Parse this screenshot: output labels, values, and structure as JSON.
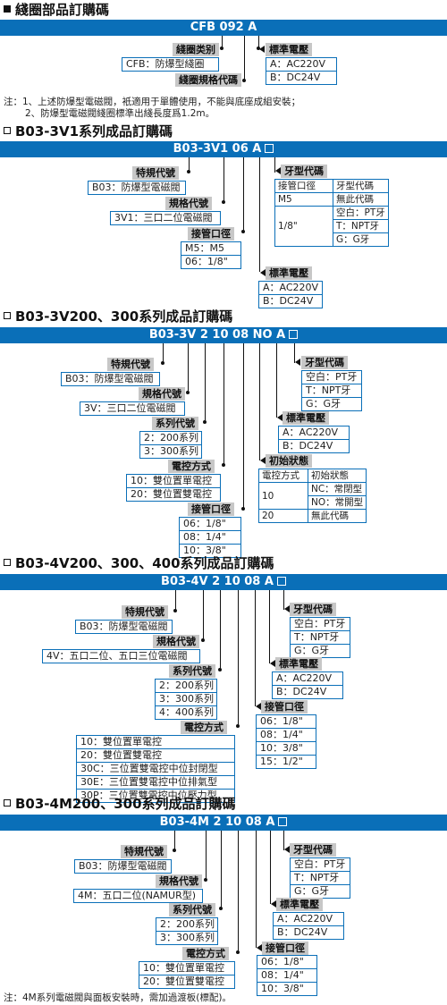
{
  "s1": {
    "title": "綫圈部品訂購碼",
    "code": "CFB 092 A",
    "type_label": "綫圈类别",
    "type_value": "CFB：防爆型綫圈",
    "spec_label": "綫圈規格代碼",
    "volt_label": "標準電壓",
    "volt": [
      "A：AC220V",
      "B：DC24V"
    ],
    "note1": "注：1、上述防爆型電磁閥，衹適用于單體使用，不能與底座成組安裝；",
    "note2": "2、防爆型電磁閥綫圈標準出綫長度爲1.2m。"
  },
  "s2": {
    "title": "B03-3V1系列成品訂購碼",
    "code": "B03-3V1 06 A",
    "special_label": "特規代號",
    "special_value": "B03：防爆型電磁閥",
    "spec_label": "規格代號",
    "spec_value": "3V1：三口二位電磁閥",
    "port_label": "接管口徑",
    "port": [
      "M5：M5",
      "06：1/8\""
    ],
    "volt_label": "標準電壓",
    "volt": [
      "A：AC220V",
      "B：DC24V"
    ],
    "thread_label": "牙型代碼",
    "thread_head": [
      "接管口徑",
      "牙型代碼"
    ],
    "thread_r1": [
      "M5",
      "無此代碼"
    ],
    "thread_r2_port": "1/8\"",
    "thread_r2": [
      "空白：PT牙",
      "T：NPT牙",
      "G：G牙"
    ]
  },
  "s3": {
    "title": "B03-3V200、300系列成品訂購碼",
    "code": "B03-3V 2 10 08 NO A",
    "special_label": "特規代號",
    "special_value": "B03：防爆型電磁閥",
    "spec_label": "規格代號",
    "spec_value": "3V：三口二位電磁閥",
    "series_label": "系列代號",
    "series": [
      "2：200系列",
      "3：300系列"
    ],
    "ctrl_label": "電控方式",
    "ctrl": [
      "10：雙位置單電控",
      "20：雙位置雙電控"
    ],
    "port_label": "接管口徑",
    "port": [
      "06：1/8\"",
      "08：1/4\"",
      "10：3/8\""
    ],
    "thread_label": "牙型代碼",
    "thread": [
      "空白：PT牙",
      "T：NPT牙",
      "G：G牙"
    ],
    "volt_label": "標準電壓",
    "volt": [
      "A：AC220V",
      "B：DC24V"
    ],
    "init_label": "初始狀態",
    "init_head": [
      "電控方式",
      "初始狀態"
    ],
    "init_r1_mode": "10",
    "init_r1": [
      "NC：常閉型",
      "NO：常開型"
    ],
    "init_r2": [
      "20",
      "無此代碼"
    ]
  },
  "s4": {
    "title": "B03-4V200、300、400系列成品訂購碼",
    "code": "B03-4V 2 10 08 A",
    "special_label": "特規代號",
    "special_value": "B03：防爆型電磁閥",
    "spec_label": "規格代號",
    "spec_value": "4V：五口二位、五口三位電磁閥",
    "series_label": "系列代號",
    "series": [
      "2：200系列",
      "3：300系列",
      "4：400系列"
    ],
    "ctrl_label": "電控方式",
    "ctrl": [
      "10：雙位置單電控",
      "20：雙位置雙電控",
      "30C：三位置雙電控中位封閉型",
      "30E：三位置雙電控中位排氣型",
      "30P：三位置雙電控中位壓力型"
    ],
    "thread_label": "牙型代碼",
    "thread": [
      "空白：PT牙",
      "T：NPT牙",
      "G：G牙"
    ],
    "volt_label": "標準電壓",
    "volt": [
      "A：AC220V",
      "B：DC24V"
    ],
    "port_label": "接管口徑",
    "port": [
      "06：1/8\"",
      "08：1/4\"",
      "10：3/8\"",
      "15：1/2\""
    ]
  },
  "s5": {
    "title": "B03-4M200、300系列成品訂購碼",
    "code": "B03-4M 2 10 08 A",
    "special_label": "特規代號",
    "special_value": "B03：防爆型電磁閥",
    "spec_label": "規格代號",
    "spec_value": "4M：五口二位(NAMUR型)",
    "series_label": "系列代號",
    "series": [
      "2：200系列",
      "3：300系列"
    ],
    "ctrl_label": "電控方式",
    "ctrl": [
      "10：雙位置單電控",
      "20：雙位置雙電控"
    ],
    "thread_label": "牙型代碼",
    "thread": [
      "空白：PT牙",
      "T：NPT牙",
      "G：G牙"
    ],
    "volt_label": "標準電壓",
    "volt": [
      "A：AC220V",
      "B：DC24V"
    ],
    "port_label": "接管口徑",
    "port": [
      "06：1/8\"",
      "08：1/4\"",
      "10：3/8\""
    ],
    "note": "注：4M系列電磁閥與面板安裝時，需加過渡板(標配)。"
  }
}
